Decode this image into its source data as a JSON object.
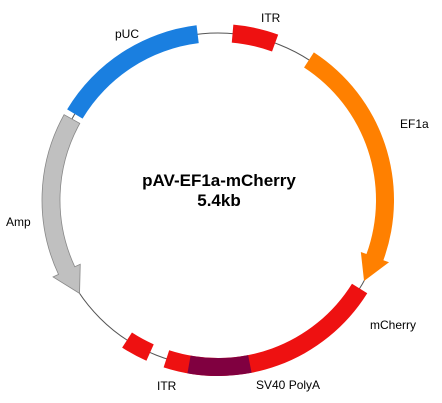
{
  "plasmid": {
    "name": "pAV-EF1a-mCherry",
    "size": "5.4kb"
  },
  "features": [
    {
      "key": "itr1",
      "label": "ITR",
      "color": "#ee1111",
      "start_deg": 5,
      "end_deg": 20,
      "shape": "block"
    },
    {
      "key": "ef1a",
      "label": "EF1a",
      "color": "#ff8000",
      "start_deg": 33,
      "end_deg": 119,
      "shape": "arrow"
    },
    {
      "key": "mcherry",
      "label": "mCherry",
      "color": "#ee1111",
      "start_deg": 122,
      "end_deg": 198,
      "shape": "block"
    },
    {
      "key": "sv40",
      "label": "SV40 PolyA",
      "color": "#800040",
      "start_deg": 169,
      "end_deg": 190,
      "shape": "block"
    },
    {
      "key": "itr2",
      "label": "ITR",
      "color": "#ee1111",
      "start_deg": 204,
      "end_deg": 213,
      "shape": "block"
    },
    {
      "key": "amp",
      "label": "Amp",
      "color": "#c0c0c0",
      "start_deg": 236,
      "end_deg": 299,
      "shape": "arrow-ccw"
    },
    {
      "key": "puc",
      "label": "pUC",
      "color": "#1a7fe0",
      "start_deg": 301,
      "end_deg": 353,
      "shape": "block"
    }
  ]
}
